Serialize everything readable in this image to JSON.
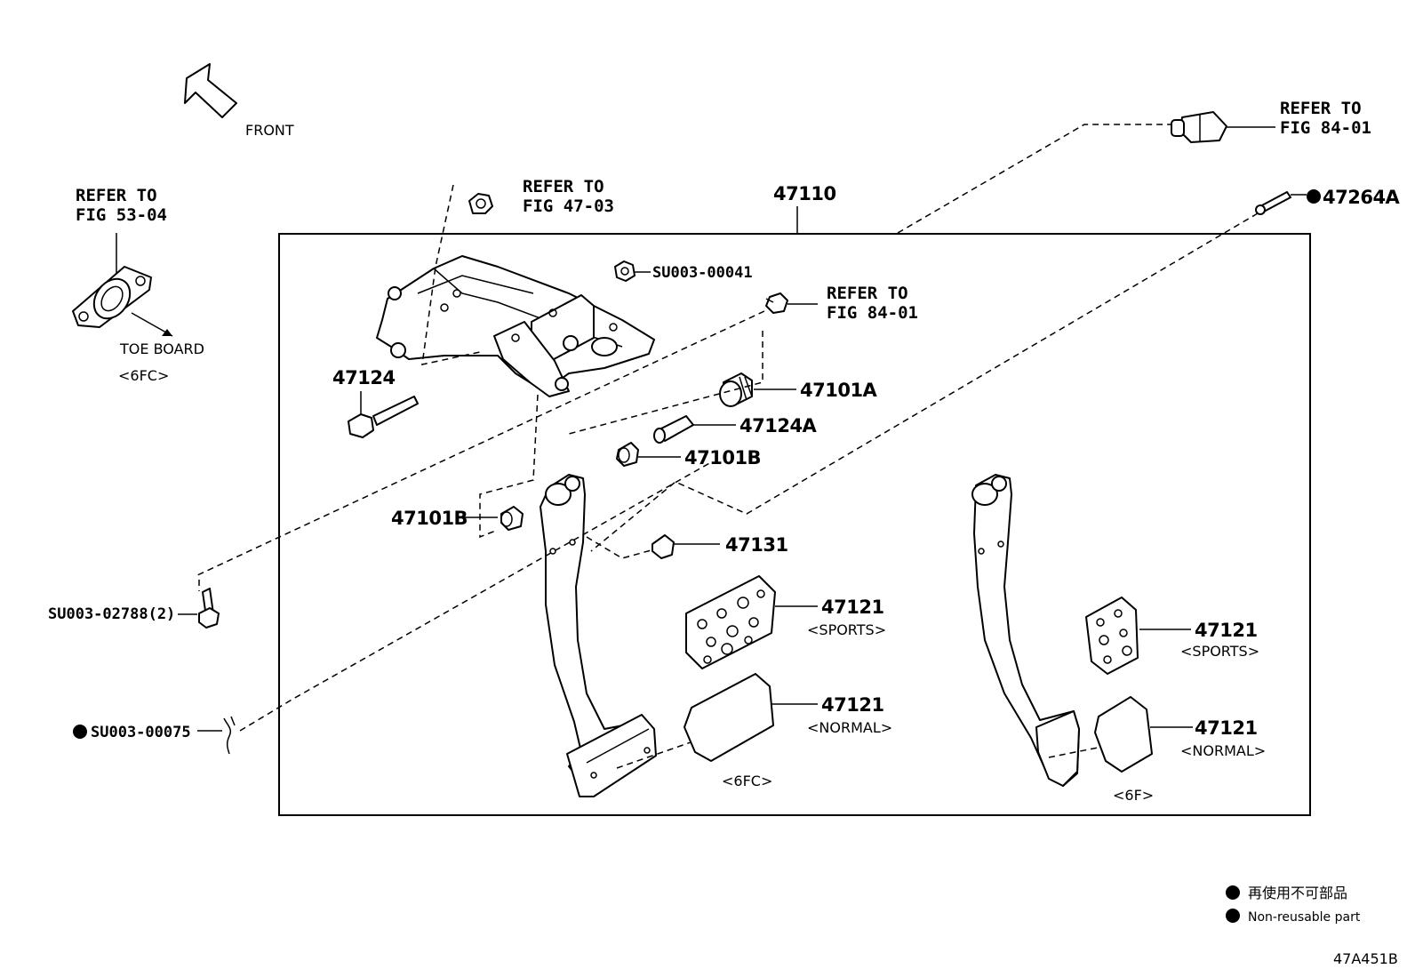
{
  "orientation": {
    "label": "FRONT"
  },
  "group_id": "47110",
  "references": {
    "fig53": {
      "line1": "REFER TO",
      "line2": "FIG 53-04"
    },
    "fig47": {
      "line1": "REFER TO",
      "line2": "FIG 47-03"
    },
    "fig84_top": {
      "line1": "REFER TO",
      "line2": "FIG 84-01"
    },
    "fig84_mid": {
      "line1": "REFER TO",
      "line2": "FIG 84-01"
    }
  },
  "toe_board": {
    "label": "TOE BOARD",
    "variant": "<6FC>"
  },
  "parts": {
    "p47264A": "47264A",
    "su00041": "SU003-00041",
    "p47124": "47124",
    "p47101A": "47101A",
    "p47124A": "47124A",
    "p47101B_right": "47101B",
    "p47101B_left": "47101B",
    "p47131": "47131",
    "su02788": "SU003-02788(2)",
    "su00075": "SU003-00075",
    "pad_sports_6fc": "47121",
    "pad_normal_6fc": "47121",
    "pad_sports_6f": "47121",
    "pad_normal_6f": "47121"
  },
  "variants": {
    "sports_6fc": "<SPORTS>",
    "normal_6fc": "<NORMAL>",
    "sports_6f": "<SPORTS>",
    "normal_6f": "<NORMAL>",
    "model_6fc": "<6FC>",
    "model_6f": "<6F>"
  },
  "legend": {
    "japanese": "再使用不可部品",
    "english": "Non-reusable part"
  },
  "figure_code": "47A451B"
}
